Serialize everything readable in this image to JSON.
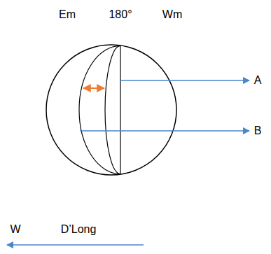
{
  "diagram": {
    "labels": [
      "Em",
      "180°",
      "Wm",
      "A",
      "B",
      "W",
      "D’Long"
    ]
  }
}
